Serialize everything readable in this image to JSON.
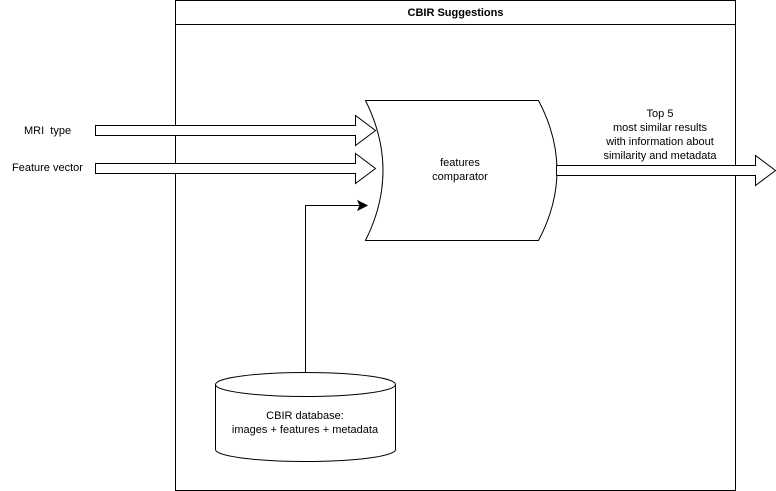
{
  "diagram": {
    "container_title": "CBIR Suggestions",
    "inputs": {
      "mri_type": "MRI  type",
      "feature_vector": "Feature vector"
    },
    "comparator": {
      "line1": "features",
      "line2": "comparator"
    },
    "output": {
      "line1": "Top 5",
      "line2": "most similar results",
      "line3": "with information about",
      "line4": "similarity and metadata"
    },
    "database": {
      "line1": "CBIR database:",
      "line2": "images + features + metadata"
    },
    "colors": {
      "stroke": "#000000",
      "fill": "#ffffff"
    }
  }
}
